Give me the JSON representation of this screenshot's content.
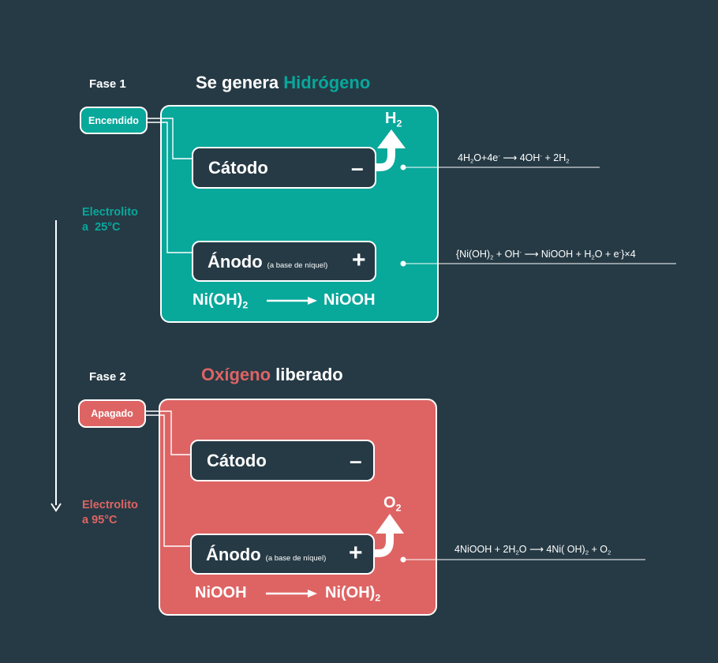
{
  "colors": {
    "background": "#263a45",
    "phase1": "#08a89b",
    "phase2": "#de6464",
    "white": "#ffffff"
  },
  "phase1": {
    "label": "Fase 1",
    "title_prefix": "Se genera",
    "title_highlight": "Hidrógeno",
    "switch": "Encendido",
    "cathode": "Cátodo",
    "cathode_sign": "–",
    "anode": "Ánodo",
    "anode_note": "(a base de níquel)",
    "anode_sign": "+",
    "gas": "H",
    "gas_sub": "2",
    "reaction_left": "Ni(OH)",
    "reaction_left_sub": "2",
    "reaction_right": "NiOOH",
    "cathode_eq": [
      "4H",
      "2",
      "O+4e",
      "-",
      " ⟶ 4OH",
      "-",
      " + 2H",
      "2"
    ],
    "anode_eq": [
      "{Ni(OH)",
      "2",
      " + OH",
      "-",
      " ⟶ NiOOH + H",
      "2",
      "O + e",
      "-",
      "}×4"
    ]
  },
  "phase2": {
    "label": "Fase 2",
    "title_highlight": "Oxígeno",
    "title_suffix": "liberado",
    "switch": "Apagado",
    "cathode": "Cátodo",
    "cathode_sign": "–",
    "anode": "Ánodo",
    "anode_note": "(a base de níquel)",
    "anode_sign": "+",
    "gas": "O",
    "gas_sub": "2",
    "reaction_left": "NiOOH",
    "reaction_right": "Ni(OH)",
    "reaction_right_sub": "2",
    "anode_eq": [
      "4NiOOH + 2H",
      "2",
      "O ⟶ 4Ni( OH)",
      "2",
      " + O",
      "2"
    ]
  },
  "electrolyte": {
    "top_line1": "Electrolito",
    "top_line2": "a  25°C",
    "bottom_line1": "Electrolito",
    "bottom_line2": "a 95°C"
  }
}
